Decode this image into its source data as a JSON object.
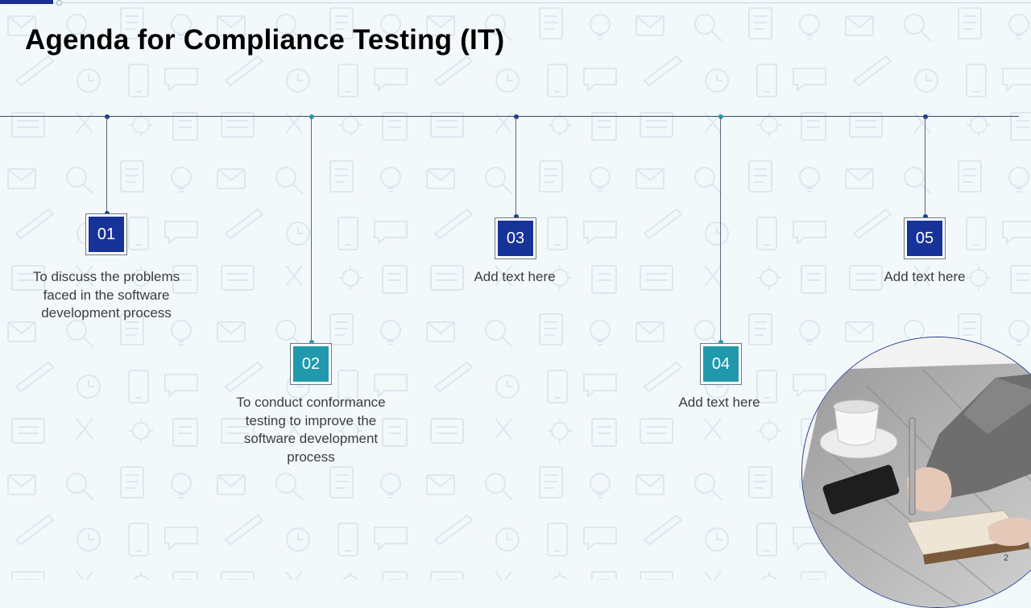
{
  "slide": {
    "title": "Agenda for Compliance Testing (IT)",
    "page_number": "2"
  },
  "items": [
    {
      "number": "01",
      "text": "To discuss the problems faced in the software development process",
      "color": "#17339a"
    },
    {
      "number": "02",
      "text": "To conduct conformance testing to improve the software development process",
      "color": "#2199ad"
    },
    {
      "number": "03",
      "text": "Add text here",
      "color": "#17339a"
    },
    {
      "number": "04",
      "text": "Add text here",
      "color": "#2199ad"
    },
    {
      "number": "05",
      "text": "Add text here",
      "color": "#17339a"
    }
  ],
  "colors": {
    "navy": "#17339a",
    "teal": "#2199ad",
    "background": "#f3f8fb"
  },
  "icons": [
    "envelope-icon",
    "lightbulb-icon",
    "magnifier-icon",
    "document-icon",
    "pencil-icon",
    "clock-icon",
    "phone-icon",
    "chat-icon"
  ]
}
